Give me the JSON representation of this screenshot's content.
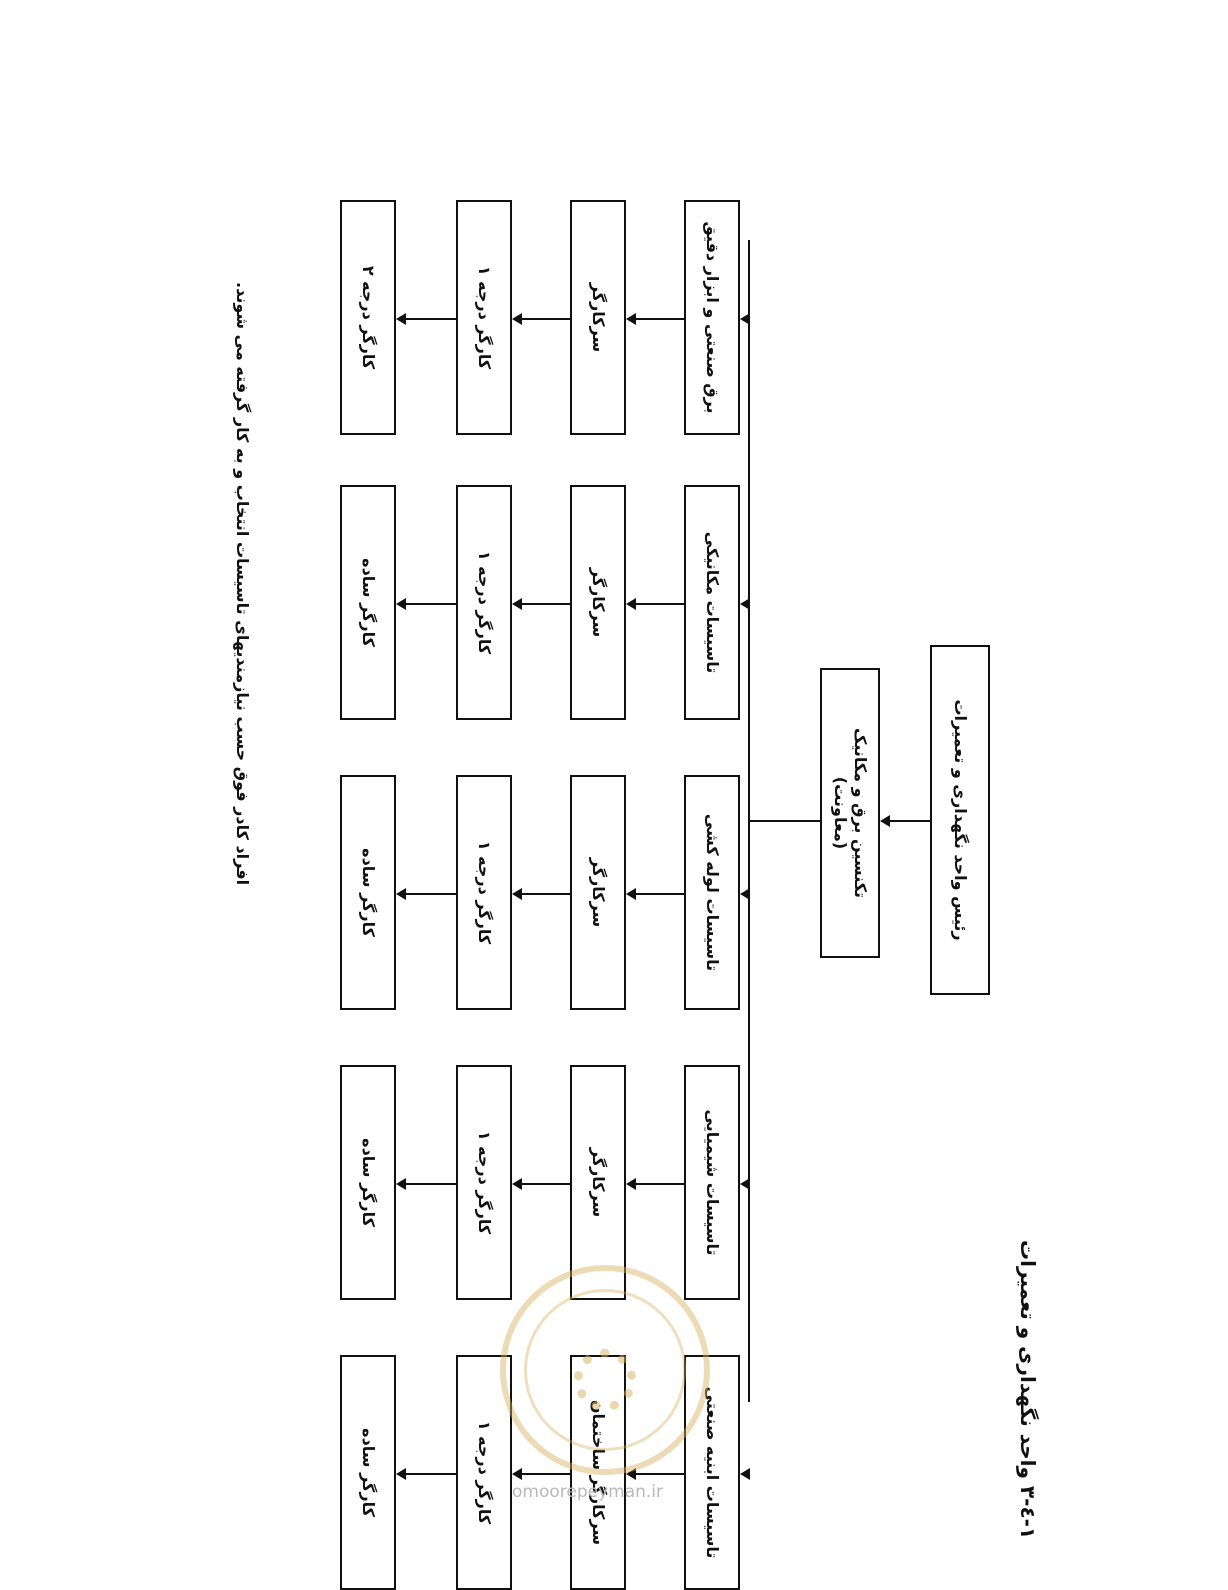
{
  "figure": {
    "title": "۱-٤-۳ واحد نگهداری و تعمیرات",
    "footnote": "افراد کادر فوق حسب نیازمندیهای تاسیسات انتخاب و به کار گرفته می شوند."
  },
  "root": {
    "label": "رئیس واحد نگهداری و تعمیرات"
  },
  "deputy": {
    "label": "تکنسین برق و مکانیک",
    "sub": "(معاونت)"
  },
  "columns": [
    {
      "head": "برق صنعتی و ابزار دقیق",
      "lead": "سرکارگر",
      "grade1": "کارگر درجه ۱",
      "base": "کارگر درجه ۲"
    },
    {
      "head": "تاسیسات مکانیکی",
      "lead": "سرکارگر",
      "grade1": "کارگر درجه ۱",
      "base": "کارگر ساده"
    },
    {
      "head": "تاسیسات لوله کشی",
      "lead": "سرکارگر",
      "grade1": "کارگر درجه ۱",
      "base": "کارگر ساده"
    },
    {
      "head": "تاسیسات شیمیایی",
      "lead": "سرکارگر",
      "grade1": "کارگر درجه ۱",
      "base": "کارگر ساده"
    },
    {
      "head": "تاسیسات ابنیه صنعتی",
      "lead": "سرکارگر ساختمان",
      "grade1": "کارگر درجه ۱",
      "base": "کارگر ساده"
    }
  ],
  "watermark": {
    "site": "omoorepeyman.ir"
  }
}
